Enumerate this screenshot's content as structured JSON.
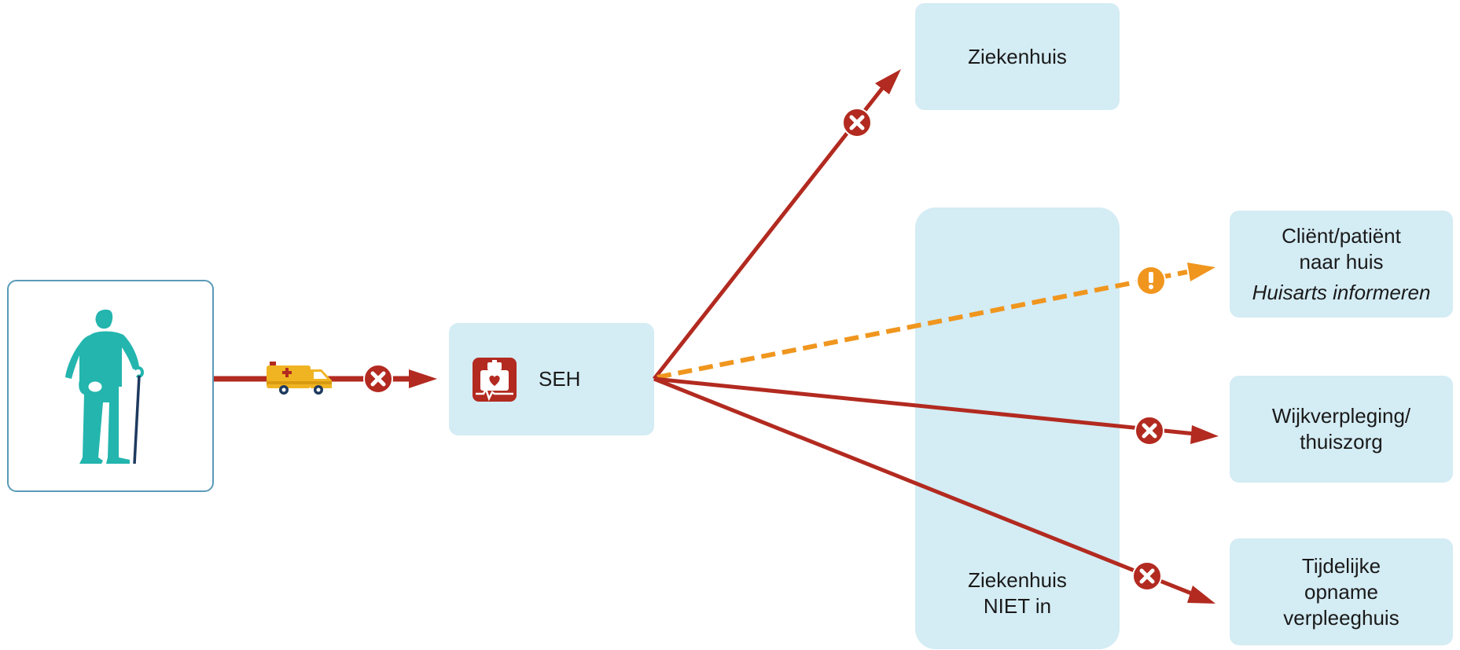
{
  "nodes": {
    "seh": "SEH",
    "ziekenhuis": "Ziekenhuis",
    "ziekenhuis_niet_in": [
      "Ziekenhuis",
      "NIET in"
    ],
    "client_naar_huis": [
      "Cliënt/patiënt",
      "naar huis"
    ],
    "huisarts_informeren": "Huisarts informeren",
    "wijkverpleging": [
      "Wijkverpleging/",
      "thuiszorg"
    ],
    "tijdelijke_opname": [
      "Tijdelijke",
      "opname",
      "verpleeghuis"
    ]
  },
  "icons": {
    "patient": "elderly-person-with-cane-icon",
    "ambulance": "ambulance-icon",
    "seh": "emergency-department-icon",
    "blocked": "x-circle-icon",
    "warning": "exclamation-circle-icon"
  },
  "colors": {
    "box_fill": "#d4ecf4",
    "arrow_red": "#b22a20",
    "arrow_orange": "#f0961e",
    "patient_teal": "#23b5ae",
    "patient_border": "#5a9ab8"
  }
}
